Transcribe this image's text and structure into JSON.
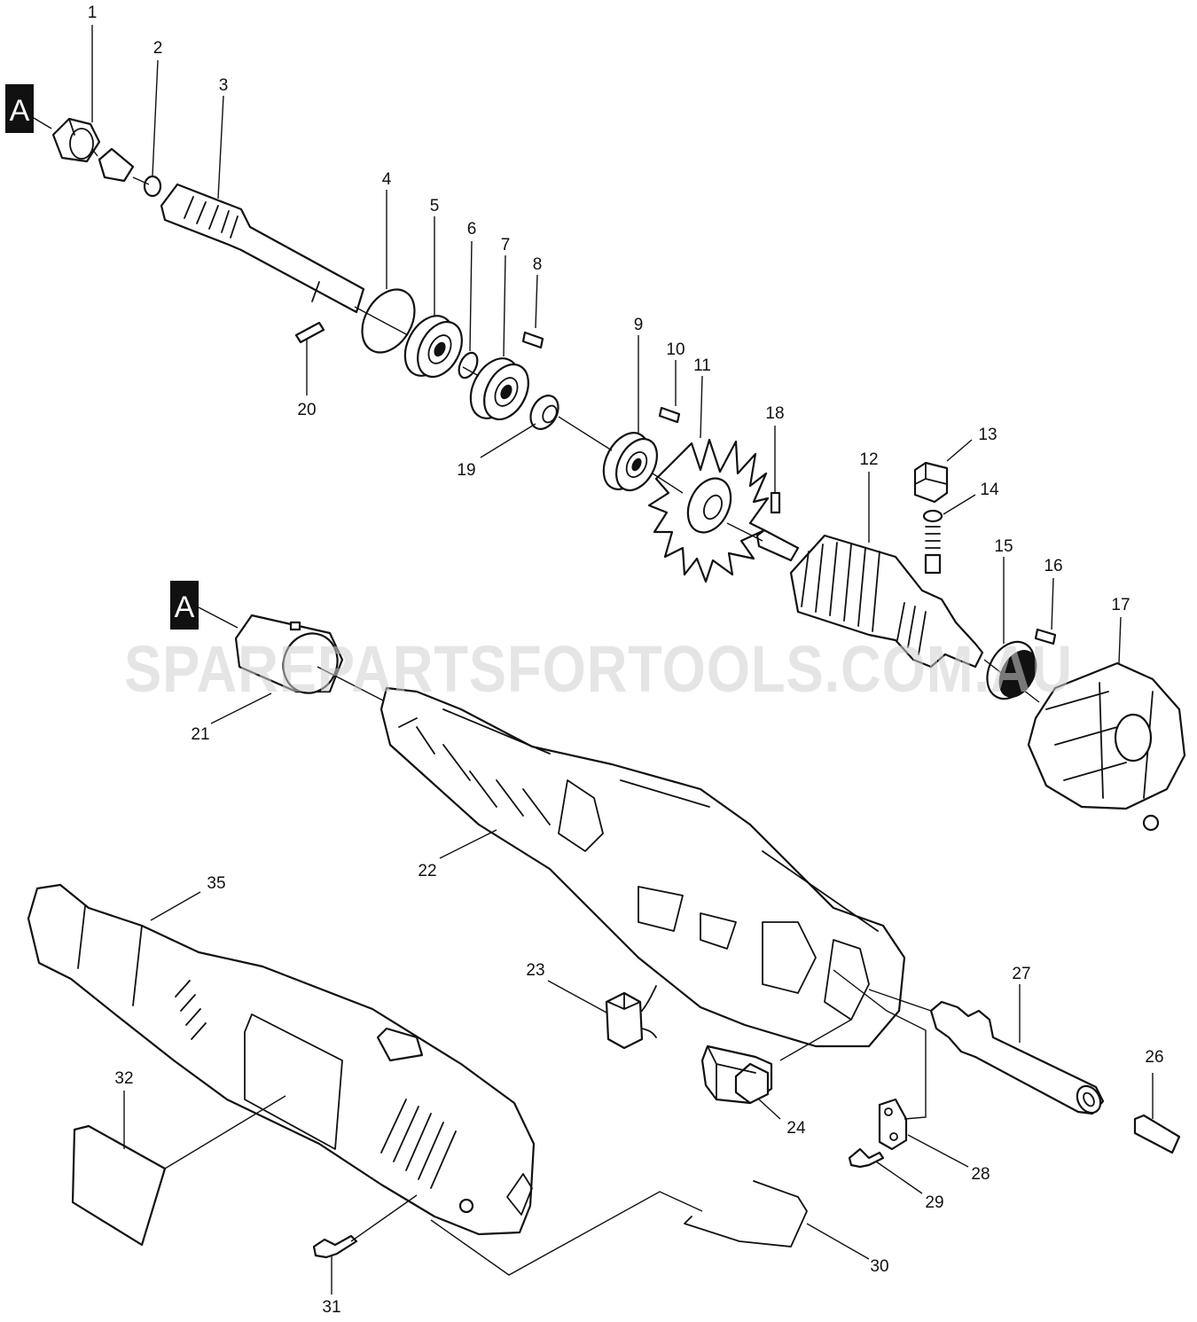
{
  "diagram": {
    "reference_marker": "A",
    "watermark": "SPAREPARTSFORTOOLS.COM.AU",
    "part_numbers": [
      "1",
      "2",
      "3",
      "4",
      "5",
      "6",
      "7",
      "8",
      "9",
      "10",
      "11",
      "12",
      "13",
      "14",
      "15",
      "16",
      "17",
      "18",
      "19",
      "20",
      "21",
      "22",
      "23",
      "24",
      "26",
      "27",
      "28",
      "29",
      "30",
      "31",
      "32",
      "35"
    ]
  }
}
